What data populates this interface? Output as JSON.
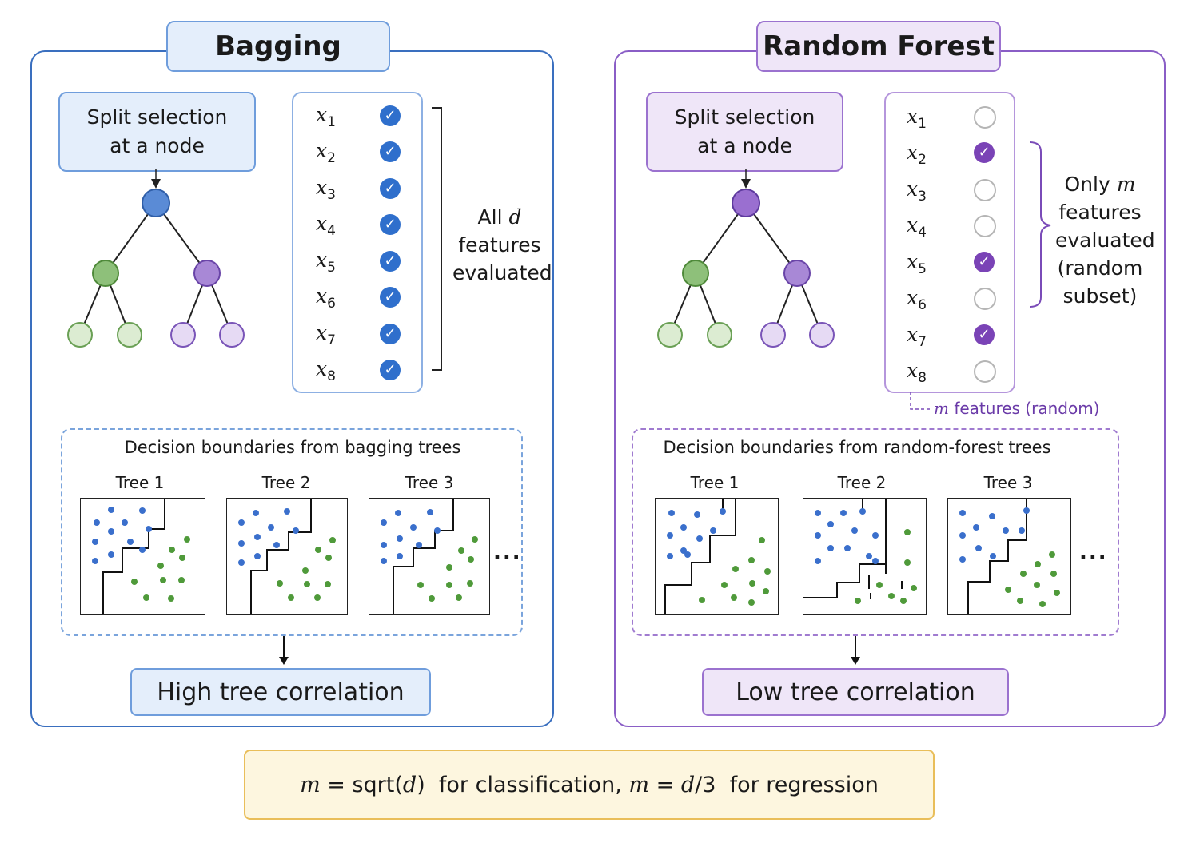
{
  "colors": {
    "blue_accent": "#3a6fbf",
    "purple_accent": "#8a5ec6",
    "blue_fill": "#e4eefb",
    "purple_fill": "#efe6f8",
    "formula_fill": "#fdf6df",
    "formula_border": "#e9be5a",
    "class_blue_point": "#3a6fcc",
    "class_green_point": "#4f9a3a"
  },
  "bagging": {
    "title": "Bagging",
    "split_box": {
      "line1": "Split selection",
      "line2": "at a node"
    },
    "features": [
      {
        "name": "x",
        "sub": "1",
        "selected": true
      },
      {
        "name": "x",
        "sub": "2",
        "selected": true
      },
      {
        "name": "x",
        "sub": "3",
        "selected": true
      },
      {
        "name": "x",
        "sub": "4",
        "selected": true
      },
      {
        "name": "x",
        "sub": "5",
        "selected": true
      },
      {
        "name": "x",
        "sub": "6",
        "selected": true
      },
      {
        "name": "x",
        "sub": "7",
        "selected": true
      },
      {
        "name": "x",
        "sub": "8",
        "selected": true
      }
    ],
    "side_note": {
      "line1_prefix": "All ",
      "line1_var": "d",
      "line2": "features",
      "line3": "evaluated"
    },
    "boundaries_caption": "Decision boundaries from bagging trees",
    "trees": [
      "Tree 1",
      "Tree 2",
      "Tree 3"
    ],
    "ellipsis": "...",
    "result": "High tree correlation"
  },
  "random_forest": {
    "title": "Random Forest",
    "split_box": {
      "line1": "Split selection",
      "line2": "at a node"
    },
    "features": [
      {
        "name": "x",
        "sub": "1",
        "selected": false
      },
      {
        "name": "x",
        "sub": "2",
        "selected": true
      },
      {
        "name": "x",
        "sub": "3",
        "selected": false
      },
      {
        "name": "x",
        "sub": "4",
        "selected": false
      },
      {
        "name": "x",
        "sub": "5",
        "selected": true
      },
      {
        "name": "x",
        "sub": "6",
        "selected": false
      },
      {
        "name": "x",
        "sub": "7",
        "selected": true
      },
      {
        "name": "x",
        "sub": "8",
        "selected": false
      }
    ],
    "side_note": {
      "line1_prefix": "Only ",
      "line1_var": "m",
      "line2": "features",
      "line3": "evaluated",
      "line4": "(random",
      "line5": "subset)"
    },
    "subset_note_var": "m",
    "subset_note_text": " features (random)",
    "boundaries_caption": "Decision boundaries from random-forest trees",
    "trees": [
      "Tree 1",
      "Tree 2",
      "Tree 3"
    ],
    "ellipsis": "...",
    "result": "Low tree correlation"
  },
  "formula": {
    "part1_var": "m",
    "part1_rest": " = sqrt(",
    "part1_arg": "d",
    "part1_close": ")  for classification, ",
    "part2_var": "m",
    "part2_eq": " = ",
    "part2_arg": "d",
    "part2_rest": "/3  for regression"
  }
}
